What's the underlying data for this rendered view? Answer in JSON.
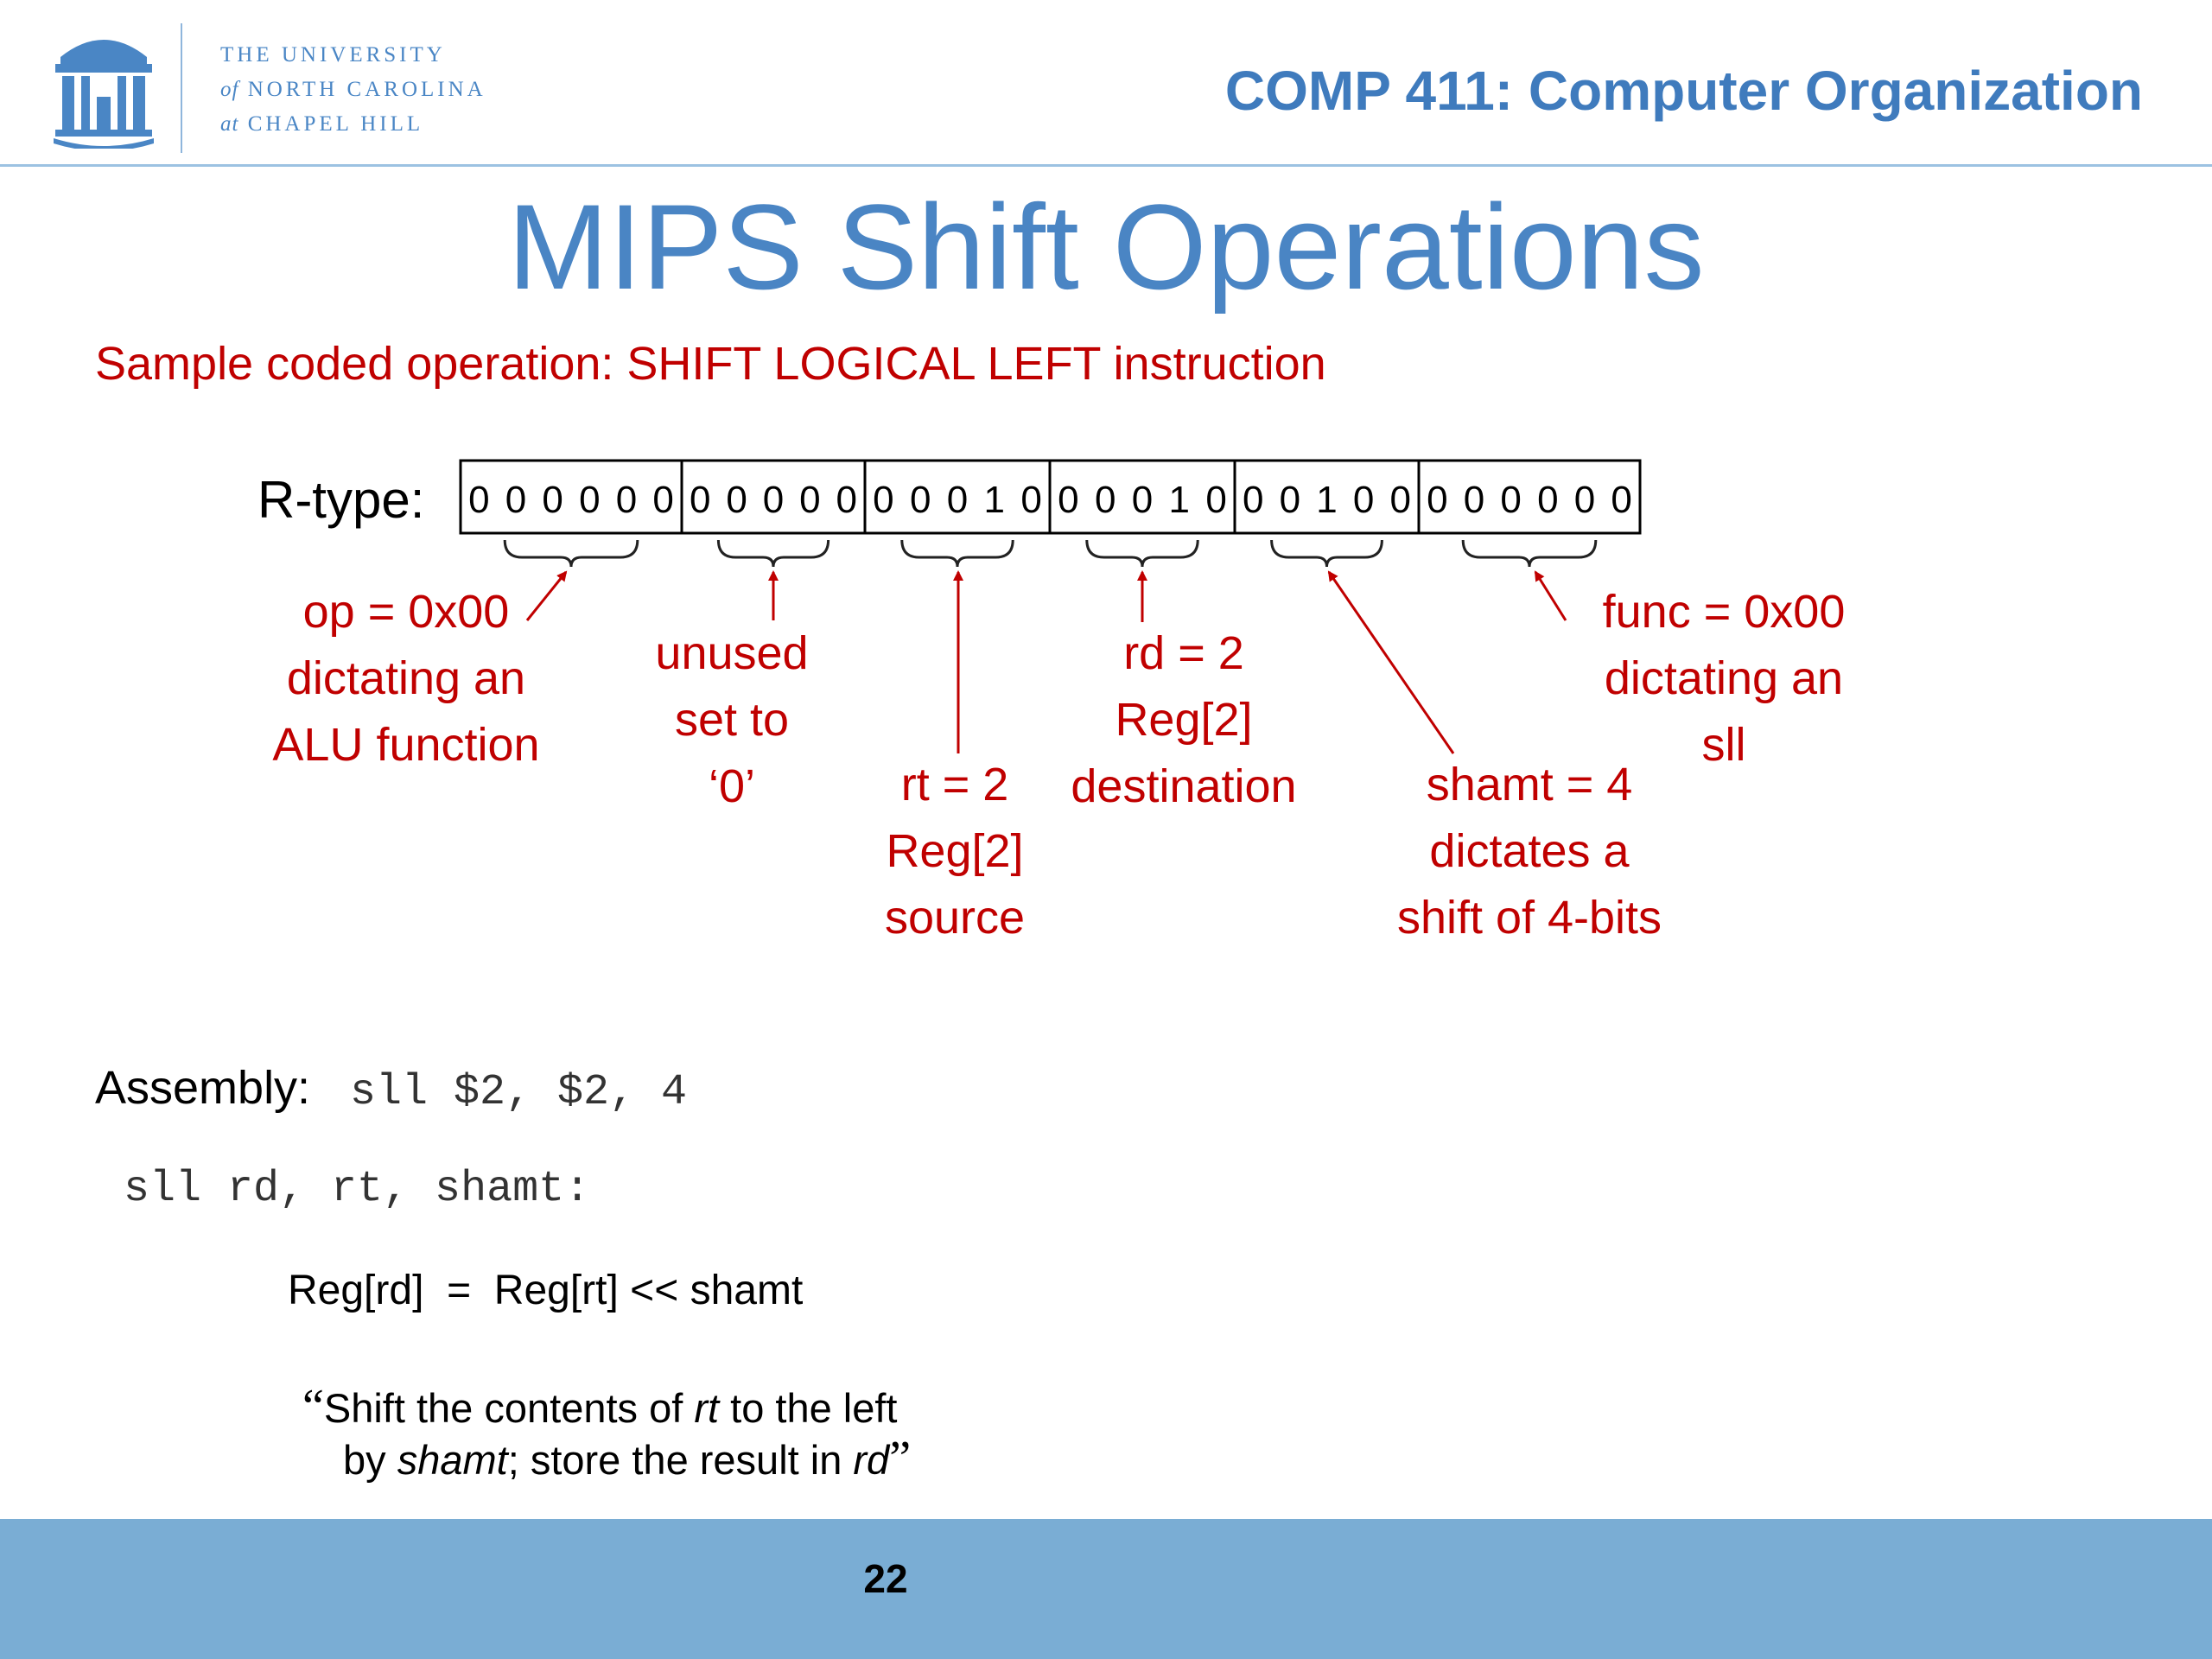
{
  "header": {
    "university_line1": "THE UNIVERSITY",
    "university_line2_prefix": "of",
    "university_line2": "NORTH CAROLINA",
    "university_line3_prefix": "at",
    "university_line3": "CHAPEL HILL",
    "course_title": "COMP 411: Computer Organization"
  },
  "slide": {
    "title": "MIPS Shift Operations",
    "subtitle": "Sample coded operation:  SHIFT LOGICAL LEFT instruction",
    "rtype_label": "R-type:",
    "fields": [
      {
        "bits": "000000",
        "annotation": [
          "op = 0x00",
          "dictating an",
          "ALU function"
        ]
      },
      {
        "bits": "00000",
        "annotation": [
          "unused",
          "set to",
          "‘0’"
        ]
      },
      {
        "bits": "00010",
        "annotation": [
          "rt = 2",
          "Reg[2]",
          "source"
        ]
      },
      {
        "bits": "00010",
        "annotation": [
          "rd = 2",
          "Reg[2]",
          "destination"
        ]
      },
      {
        "bits": "00100",
        "annotation": [
          "shamt = 4",
          "dictates a",
          "shift of 4-bits"
        ]
      },
      {
        "bits": "000000",
        "annotation": [
          "func = 0x00",
          "dictating an",
          "sll"
        ]
      }
    ],
    "assembly_label": "Assembly:",
    "assembly_code": "sll $2, $2, 4",
    "syntax_line": "sll rd, rt, shamt:",
    "semantics": "Reg[rd]  =  Reg[rt] << shamt",
    "quote": {
      "open": "“",
      "part1": "Shift the contents of ",
      "rt": "rt",
      "part2": " to the left",
      "part3": "by ",
      "shamt": "shamt",
      "part4": "; store the result in ",
      "rd": "rd",
      "close": "”"
    },
    "page_number": "22"
  },
  "colors": {
    "accent_blue": "#4a85c4",
    "annotation_red": "#c00000",
    "footer_blue": "#7aadd4"
  }
}
